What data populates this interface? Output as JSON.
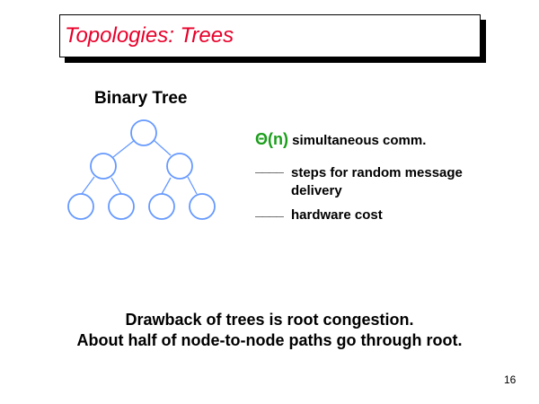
{
  "title": "Topologies: Trees",
  "subtitle": "Binary Tree",
  "tree": {
    "levels": 3,
    "node_color": "#6699ff"
  },
  "items": [
    {
      "prefix": "Θ(n)",
      "text": "simultaneous comm."
    },
    {
      "prefix": "____",
      "text": "steps for random message",
      "text2": "delivery"
    },
    {
      "prefix": "____",
      "text": "hardware cost"
    }
  ],
  "drawback": {
    "line1": "Drawback of trees is root congestion.",
    "line2": "About half of node-to-node paths go through root."
  },
  "page_number": "16"
}
